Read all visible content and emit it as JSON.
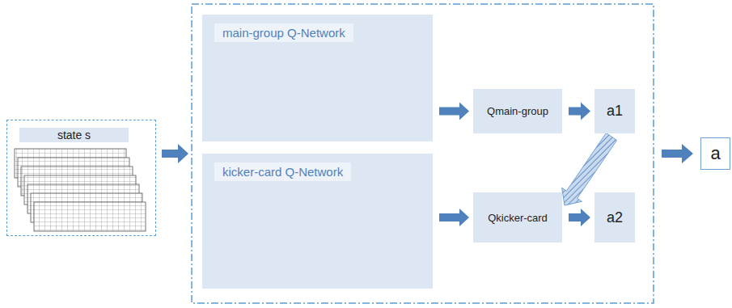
{
  "diagram": {
    "nodes": [
      {
        "text": [
          "state s"
        ]
      },
      {
        "text": [
          "main-group Q-Network"
        ]
      },
      {
        "text": [
          "Qmain-group"
        ]
      },
      {
        "text": [
          "a1"
        ]
      },
      {
        "text": [
          "kicker-card Q-Network"
        ]
      },
      {
        "text": [
          "Qkicker-card"
        ]
      },
      {
        "text": [
          "a2"
        ]
      },
      {
        "text": [
          "a"
        ]
      }
    ],
    "edges": [
      {
        "from": 1,
        "to": 2,
        "arrow": "to"
      },
      {
        "from": 2,
        "to": 3,
        "arrow": "to"
      },
      {
        "from": 4,
        "to": 5,
        "arrow": "to"
      },
      {
        "from": 5,
        "to": 6,
        "arrow": "to"
      },
      {
        "from": 3,
        "to": 5,
        "arrow": "to"
      }
    ]
  }
}
